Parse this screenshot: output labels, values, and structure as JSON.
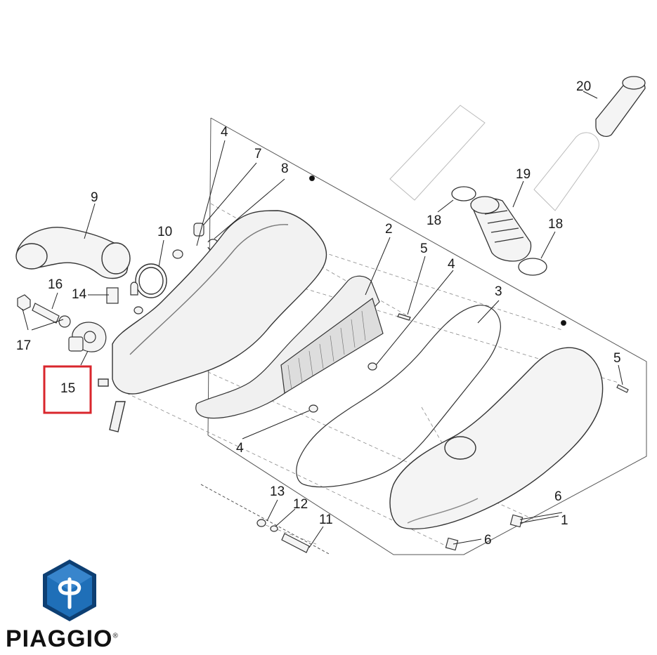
{
  "brand": {
    "name": "PIAGGIO",
    "registered": "®"
  },
  "callouts": [
    {
      "id": "c1",
      "label": "1"
    },
    {
      "id": "c2",
      "label": "2"
    },
    {
      "id": "c3",
      "label": "3"
    },
    {
      "id": "c4a",
      "label": "4"
    },
    {
      "id": "c4b",
      "label": "4"
    },
    {
      "id": "c4c",
      "label": "4"
    },
    {
      "id": "c5a",
      "label": "5"
    },
    {
      "id": "c5b",
      "label": "5"
    },
    {
      "id": "c6a",
      "label": "6"
    },
    {
      "id": "c6b",
      "label": "6"
    },
    {
      "id": "c7",
      "label": "7"
    },
    {
      "id": "c8",
      "label": "8"
    },
    {
      "id": "c9",
      "label": "9"
    },
    {
      "id": "c10",
      "label": "10"
    },
    {
      "id": "c11",
      "label": "11"
    },
    {
      "id": "c12",
      "label": "12"
    },
    {
      "id": "c13",
      "label": "13"
    },
    {
      "id": "c14",
      "label": "14"
    },
    {
      "id": "c15",
      "label": "15"
    },
    {
      "id": "c16",
      "label": "16"
    },
    {
      "id": "c17",
      "label": "17"
    },
    {
      "id": "c18a",
      "label": "18"
    },
    {
      "id": "c18b",
      "label": "18"
    },
    {
      "id": "c19",
      "label": "19"
    },
    {
      "id": "c20",
      "label": "20"
    }
  ],
  "colors": {
    "highlight_box": "#d9262c",
    "line": "#333333",
    "logo_blue": "#1f6fb8",
    "logo_dark": "#0d3f73"
  },
  "highlighted_callout": "15"
}
